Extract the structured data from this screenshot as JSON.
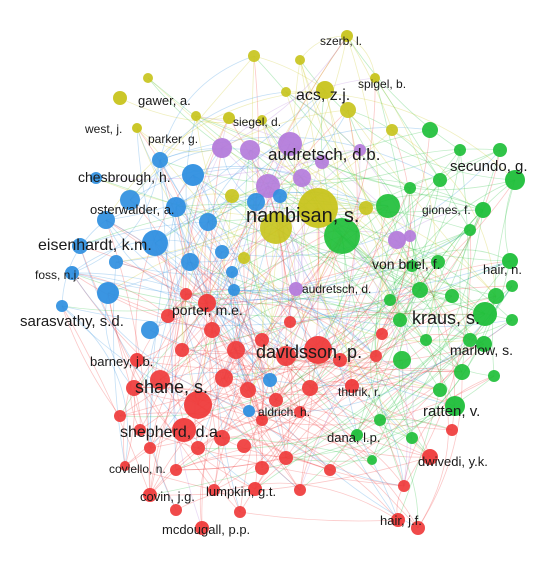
{
  "colors": {
    "red": "#ef3b3b",
    "green": "#1fbf3a",
    "blue": "#2f8fe0",
    "yellow": "#c8c41e",
    "purple": "#b47cdb"
  },
  "nodes": [
    {
      "id": "nambisan",
      "label": "nambisan, s.",
      "cluster": "yellow",
      "weight": 1.0
    },
    {
      "id": "audretsch_db",
      "label": "audretsch, d.b.",
      "cluster": "purple",
      "weight": 0.8
    },
    {
      "id": "acs",
      "label": "acs, z.j.",
      "cluster": "yellow",
      "weight": 0.6
    },
    {
      "id": "szerb",
      "label": "szerb, l.",
      "cluster": "yellow",
      "weight": 0.2
    },
    {
      "id": "spigel",
      "label": "spigel, b.",
      "cluster": "yellow",
      "weight": 0.25
    },
    {
      "id": "gawer",
      "label": "gawer, a.",
      "cluster": "yellow",
      "weight": 0.3
    },
    {
      "id": "west",
      "label": "west, j.",
      "cluster": "yellow",
      "weight": 0.2
    },
    {
      "id": "siegel",
      "label": "siegel, d.",
      "cluster": "yellow",
      "weight": 0.25
    },
    {
      "id": "parker",
      "label": "parker, g.",
      "cluster": "purple",
      "weight": 0.3
    },
    {
      "id": "chesbrough",
      "label": "chesbrough, h.",
      "cluster": "blue",
      "weight": 0.4
    },
    {
      "id": "osterwalder",
      "label": "osterwalder, a.",
      "cluster": "blue",
      "weight": 0.4
    },
    {
      "id": "eisenhardt",
      "label": "eisenhardt, k.m.",
      "cluster": "blue",
      "weight": 0.6
    },
    {
      "id": "foss",
      "label": "foss, n.j.",
      "cluster": "blue",
      "weight": 0.2
    },
    {
      "id": "sarasvathy",
      "label": "sarasvathy, s.d.",
      "cluster": "blue",
      "weight": 0.5
    },
    {
      "id": "secundo",
      "label": "secundo, g.",
      "cluster": "green",
      "weight": 0.4
    },
    {
      "id": "giones",
      "label": "giones, f.",
      "cluster": "green",
      "weight": 0.3
    },
    {
      "id": "von_briel",
      "label": "von briel, f.",
      "cluster": "purple",
      "weight": 0.35
    },
    {
      "id": "hair_n",
      "label": "hair, n.",
      "cluster": "green",
      "weight": 0.3
    },
    {
      "id": "audretsch_d",
      "label": "audretsch, d.",
      "cluster": "purple",
      "weight": 0.3
    },
    {
      "id": "porter",
      "label": "porter, m.e.",
      "cluster": "red",
      "weight": 0.35
    },
    {
      "id": "kraus",
      "label": "kraus, s.",
      "cluster": "green",
      "weight": 0.7
    },
    {
      "id": "davidsson",
      "label": "davidsson, p.",
      "cluster": "red",
      "weight": 0.6
    },
    {
      "id": "marlow",
      "label": "marlow, s.",
      "cluster": "green",
      "weight": 0.35
    },
    {
      "id": "barney",
      "label": "barney, j.b.",
      "cluster": "red",
      "weight": 0.3
    },
    {
      "id": "shane",
      "label": "shane, s.",
      "cluster": "red",
      "weight": 0.8
    },
    {
      "id": "thurik",
      "label": "thurik, r.",
      "cluster": "red",
      "weight": 0.25
    },
    {
      "id": "aldrich",
      "label": "aldrich, h.",
      "cluster": "blue",
      "weight": 0.25
    },
    {
      "id": "ratten",
      "label": "ratten, v.",
      "cluster": "green",
      "weight": 0.4
    },
    {
      "id": "shepherd",
      "label": "shepherd, d.a.",
      "cluster": "red",
      "weight": 0.6
    },
    {
      "id": "dana",
      "label": "dana, l.p.",
      "cluster": "green",
      "weight": 0.3
    },
    {
      "id": "dwivedi",
      "label": "dwivedi, y.k.",
      "cluster": "red",
      "weight": 0.3
    },
    {
      "id": "coviello",
      "label": "coviello, n.",
      "cluster": "red",
      "weight": 0.2
    },
    {
      "id": "covin",
      "label": "covin, j.g.",
      "cluster": "red",
      "weight": 0.3
    },
    {
      "id": "lumpkin",
      "label": "lumpkin, g.t.",
      "cluster": "red",
      "weight": 0.3
    },
    {
      "id": "hair_jf",
      "label": "hair, j.f.",
      "cluster": "red",
      "weight": 0.3
    },
    {
      "id": "mcdougall",
      "label": "mcdougall, p.p.",
      "cluster": "red",
      "weight": 0.3
    }
  ]
}
